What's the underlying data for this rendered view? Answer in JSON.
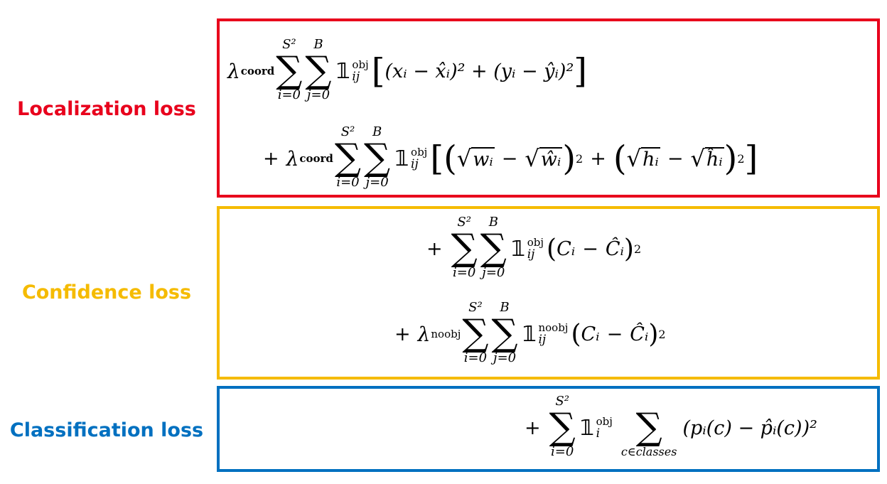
{
  "labels": {
    "localization": "Localization loss",
    "confidence": "Confidence loss",
    "classification": "Classification loss"
  },
  "colors": {
    "localization": "#e8001c",
    "confidence": "#f5bb00",
    "classification": "#0070c0"
  },
  "symbols": {
    "lambda": "λ",
    "coord": "coord",
    "noobj_lambda": "noobj",
    "sigma": "∑",
    "indicator": "𝟙",
    "obj": "obj",
    "noobj": "noobj",
    "ij": "ij",
    "i": "i",
    "S2": "S²",
    "B": "B",
    "i0": "i=0",
    "j0": "j=0",
    "classes_sub": "c∈classes",
    "plus": "+",
    "minus": "−",
    "sq": "2"
  },
  "terms": {
    "loc1": "(xᵢ − x̂ᵢ)² + (yᵢ − ŷᵢ)²",
    "wi": "wᵢ",
    "wi_hat": "ŵᵢ",
    "hi": "hᵢ",
    "hi_hat": "ĥᵢ",
    "Ci": "Cᵢ",
    "Ci_hat": "Ĉᵢ",
    "cls": "(pᵢ(c) − p̂ᵢ(c))²"
  }
}
